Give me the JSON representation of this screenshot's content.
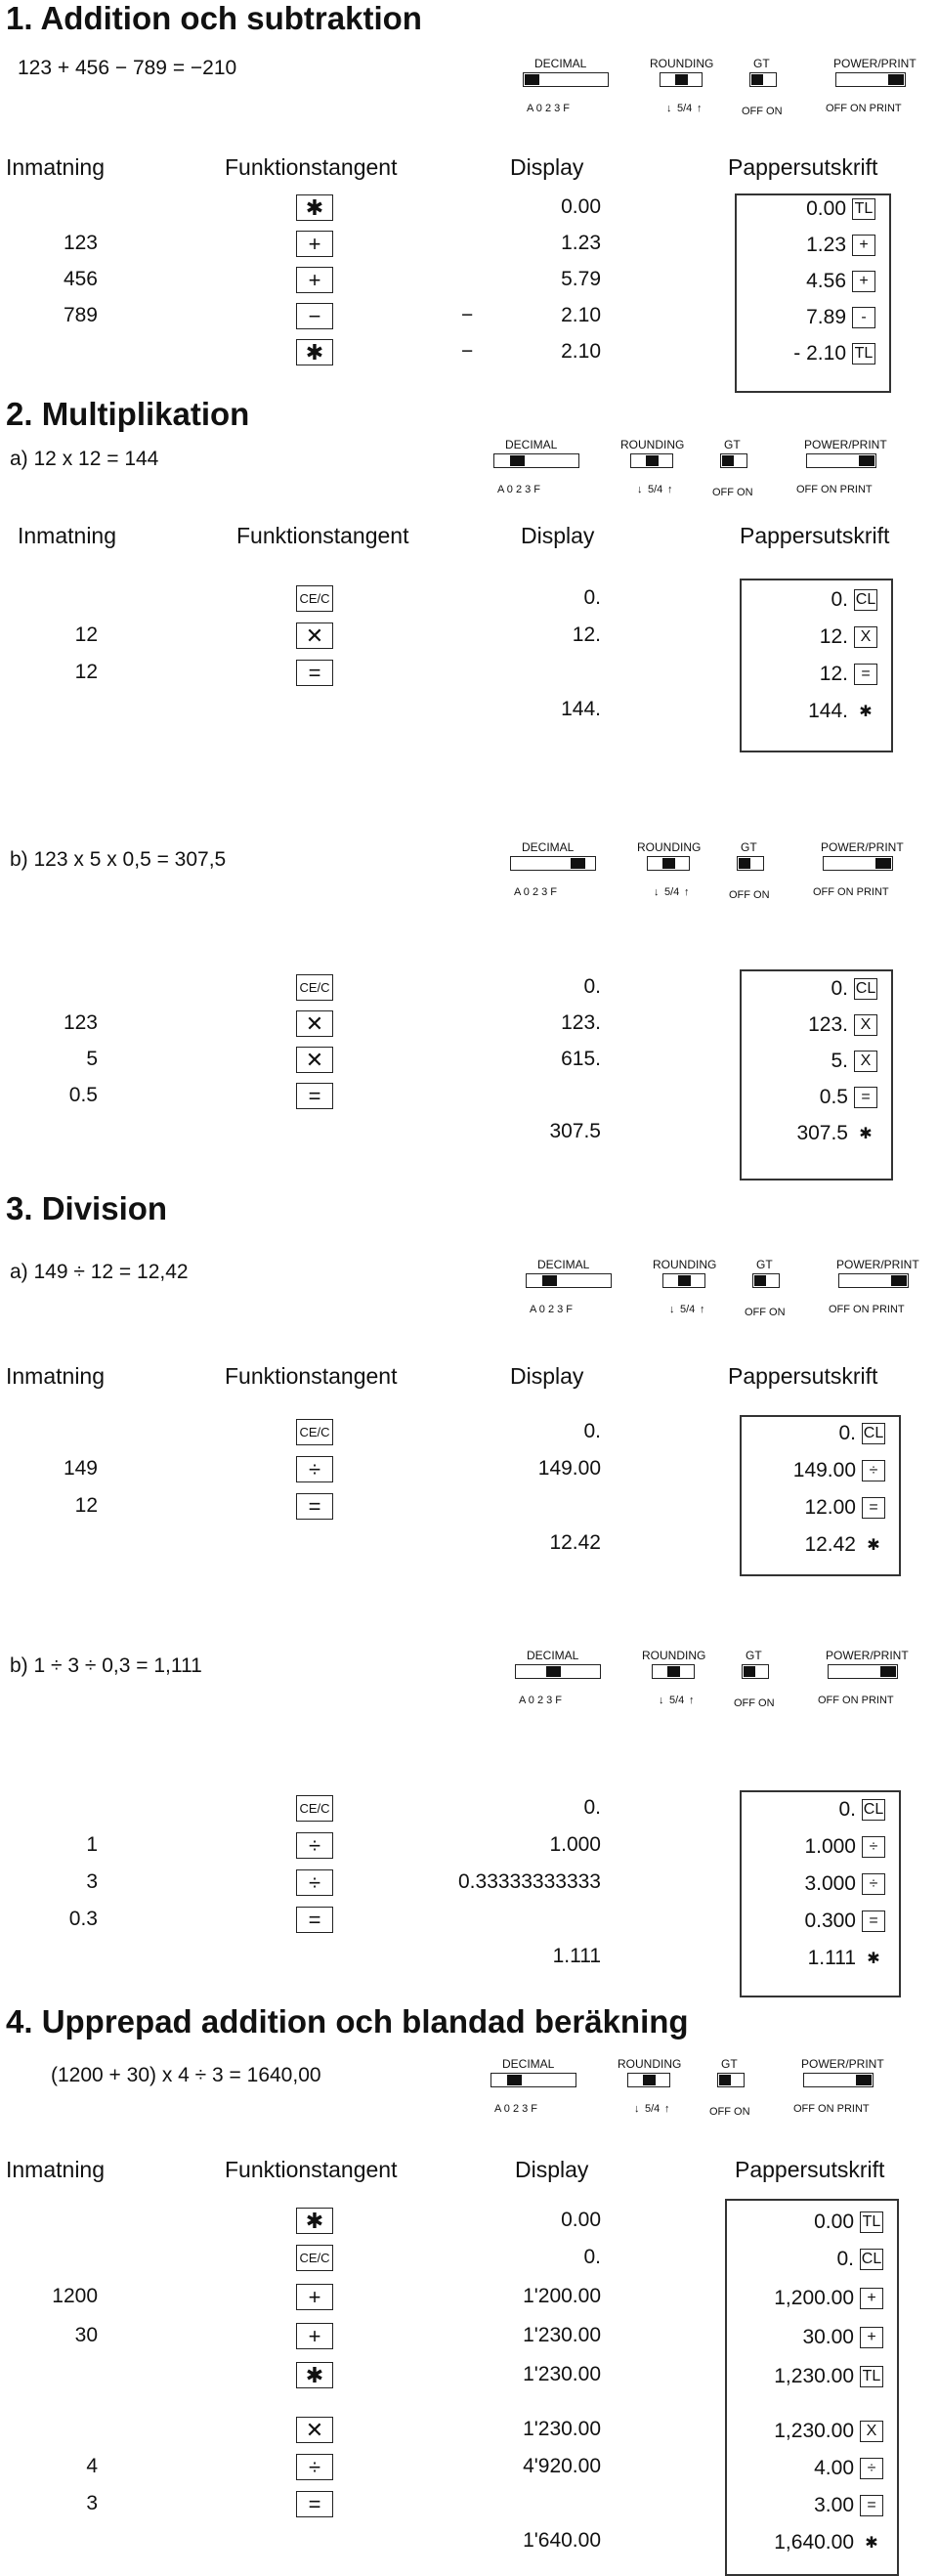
{
  "sections": {
    "s1": {
      "title": "1. Addition och subtraktion",
      "equation": "123 + 456 − 789 = −210"
    },
    "s2": {
      "title": "2. Multiplikation",
      "a": "a)  12 x 12 = 144",
      "b": "b)  123 x 5 x 0,5 = 307,5"
    },
    "s3": {
      "title": "3. Division",
      "a": "a)  149 ÷ 12 = 12,42",
      "b": "b)  1 ÷ 3 ÷ 0,3 = 1,111"
    },
    "s4": {
      "title": "4. Upprepad addition och blandad beräkning",
      "equation": "(1200 + 30) x 4 ÷ 3 = 1640,00"
    }
  },
  "headers": {
    "input": "Inmatning",
    "key": "Funktionstangent",
    "display": "Display",
    "tape": "Pappersutskrift"
  },
  "switch": {
    "decimal": "DECIMAL",
    "decimal_ticks": "A   0   2   3   F",
    "rounding": "ROUNDING",
    "round_mid": "5/4",
    "gt": "GT",
    "gt_ticks": "OFF  ON",
    "power": "POWER/PRINT",
    "power_ticks": "OFF   ON   PRINT"
  },
  "t1": {
    "inputs": [
      "",
      "123",
      "456",
      "789",
      ""
    ],
    "keys": [
      "✱",
      "+",
      "+",
      "−",
      "✱"
    ],
    "signs": [
      "",
      "",
      "",
      "−",
      "−"
    ],
    "display": [
      "0.00",
      "1.23",
      "5.79",
      "2.10",
      "2.10"
    ],
    "tape": [
      "0.00",
      "1.23",
      "4.56",
      "7.89",
      "- 2.10"
    ],
    "tape_keys": [
      "TL",
      "+",
      "+",
      "-",
      "TL"
    ]
  },
  "t2a": {
    "inputs": [
      "",
      "12",
      "12",
      ""
    ],
    "keys": [
      "CE/C",
      "✕",
      "=",
      ""
    ],
    "display": [
      "0.",
      "12.",
      "",
      "144."
    ],
    "tape": [
      "0.",
      "12.",
      "12.",
      "144."
    ],
    "tape_keys": [
      "CL",
      "X",
      "=",
      "✱"
    ]
  },
  "t2b": {
    "inputs": [
      "",
      "123",
      "5",
      "0.5",
      ""
    ],
    "keys": [
      "CE/C",
      "✕",
      "✕",
      "=",
      ""
    ],
    "display": [
      "0.",
      "123.",
      "615.",
      "",
      "307.5"
    ],
    "tape": [
      "0.",
      "123.",
      "5.",
      "0.5",
      "307.5"
    ],
    "tape_keys": [
      "CL",
      "X",
      "X",
      "=",
      "✱"
    ]
  },
  "t3a": {
    "inputs": [
      "",
      "149",
      "12",
      ""
    ],
    "keys": [
      "CE/C",
      "÷",
      "=",
      ""
    ],
    "display": [
      "0.",
      "149.00",
      "",
      "12.42"
    ],
    "tape": [
      "0.",
      "149.00",
      "12.00",
      "12.42"
    ],
    "tape_keys": [
      "CL",
      "÷",
      "=",
      "✱"
    ]
  },
  "t3b": {
    "inputs": [
      "",
      "1",
      "3",
      "0.3",
      ""
    ],
    "keys": [
      "CE/C",
      "÷",
      "÷",
      "=",
      ""
    ],
    "display": [
      "0.",
      "1.000",
      "0.33333333333",
      "",
      "1.111"
    ],
    "tape": [
      "0.",
      "1.000",
      "3.000",
      "0.300",
      "1.111"
    ],
    "tape_keys": [
      "CL",
      "÷",
      "÷",
      "=",
      "✱"
    ]
  },
  "t4": {
    "inputs": [
      "",
      "",
      "1200",
      "30",
      "",
      "",
      "4",
      "3",
      ""
    ],
    "keys": [
      "✱",
      "CE/C",
      "+",
      "+",
      "✱",
      "✕",
      "÷",
      "=",
      ""
    ],
    "display": [
      "0.00",
      "0.",
      "1'200.00",
      "1'230.00",
      "1'230.00",
      "1'230.00",
      "4'920.00",
      "",
      "1'640.00"
    ],
    "tape": [
      "0.00",
      "0.",
      "1,200.00",
      "30.00",
      "1,230.00",
      "1,230.00",
      "4.00",
      "3.00",
      "1,640.00"
    ],
    "tape_keys": [
      "TL",
      "CL",
      "+",
      "+",
      "TL",
      "X",
      "÷",
      "=",
      "✱"
    ]
  }
}
